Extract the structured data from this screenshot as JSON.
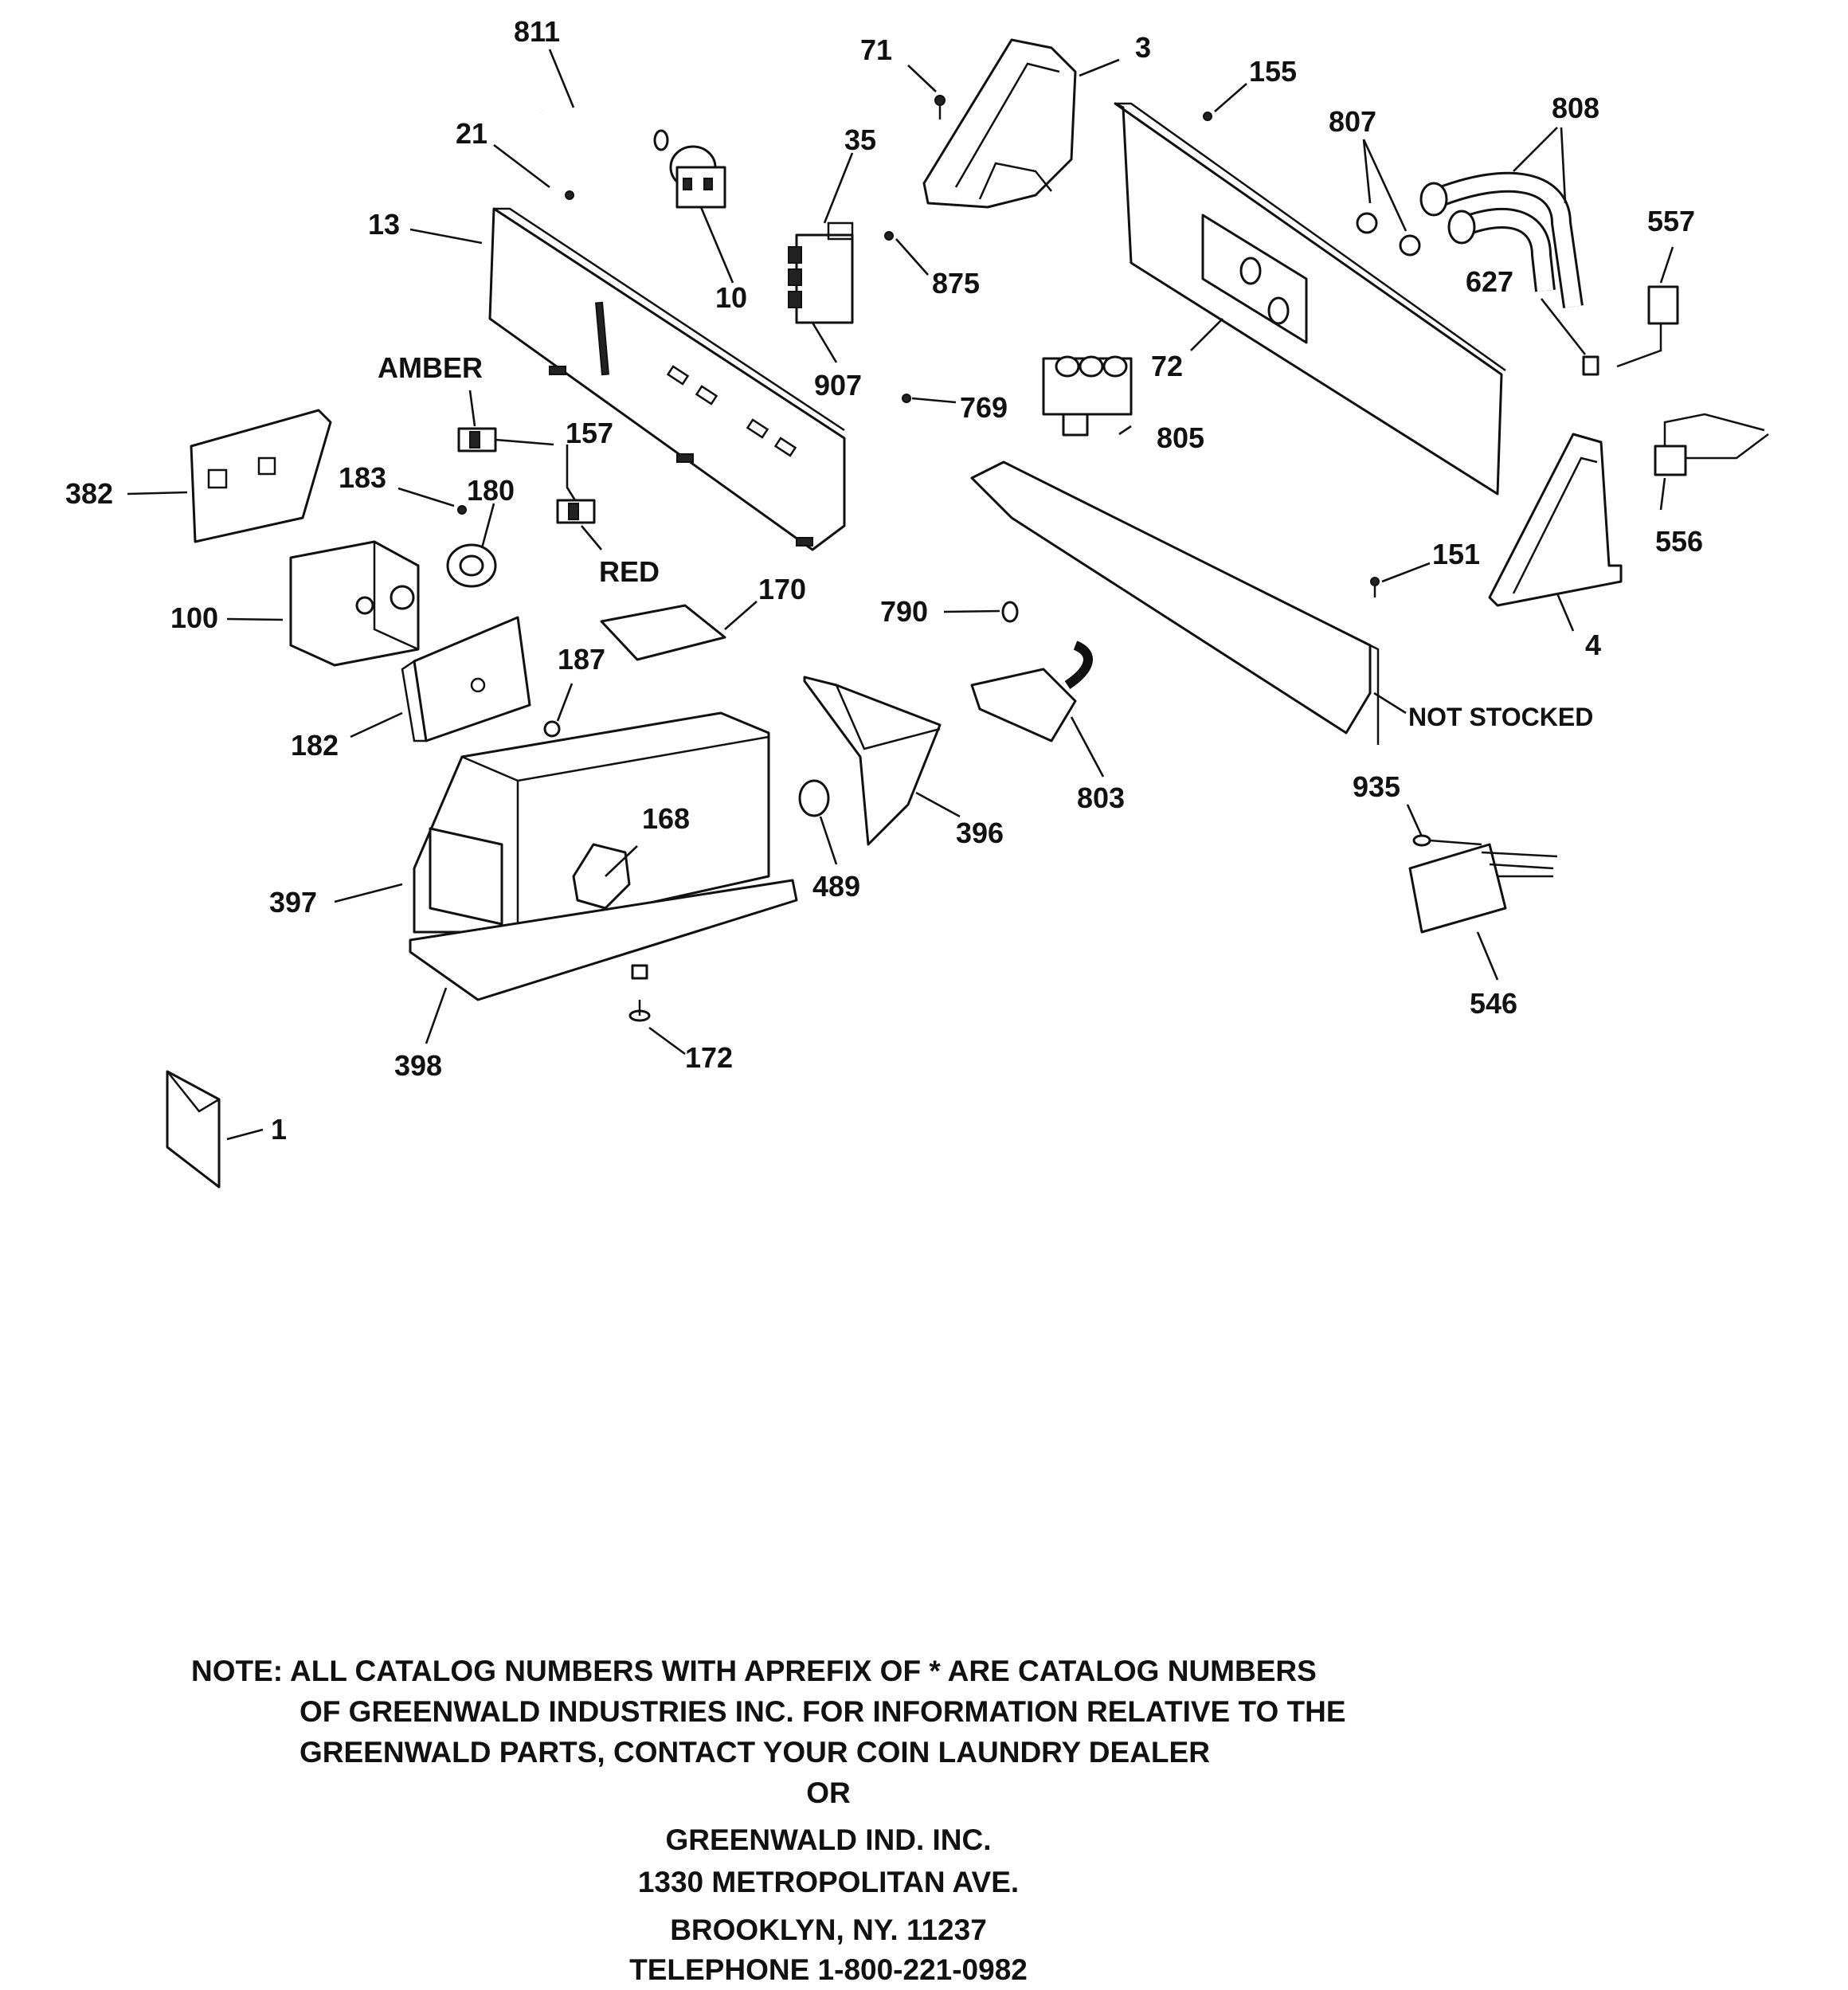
{
  "callouts": {
    "p811": "811",
    "p71": "71",
    "p3": "3",
    "p155": "155",
    "p807": "807",
    "p808": "808",
    "p21": "21",
    "p35": "35",
    "p13": "13",
    "p10": "10",
    "p875": "875",
    "p557": "557",
    "p627": "627",
    "p72": "72",
    "amber": "AMBER",
    "p907": "907",
    "p769": "769",
    "p157": "157",
    "p805": "805",
    "p382": "382",
    "p183": "183",
    "p180": "180",
    "p556": "556",
    "p151": "151",
    "red": "RED",
    "p170": "170",
    "p100": "100",
    "p4": "4",
    "p790": "790",
    "p187": "187",
    "not_stocked": "NOT STOCKED",
    "p182": "182",
    "p168": "168",
    "p803": "803",
    "p396": "396",
    "p935": "935",
    "p397": "397",
    "p489": "489",
    "p546": "546",
    "p172": "172",
    "p398": "398",
    "p1": "1"
  },
  "note": {
    "line1": "NOTE: ALL CATALOG NUMBERS WITH APREFIX OF * ARE CATALOG NUMBERS",
    "line2": "OF GREENWALD INDUSTRIES INC. FOR INFORMATION RELATIVE TO THE",
    "line3": "GREENWALD PARTS, CONTACT YOUR COIN LAUNDRY DEALER",
    "or": "OR",
    "company": "GREENWALD IND. INC.",
    "street": "1330 METROPOLITAN AVE.",
    "city": "BROOKLYN, NY. 11237",
    "telephone": "TELEPHONE 1-800-221-0982"
  }
}
